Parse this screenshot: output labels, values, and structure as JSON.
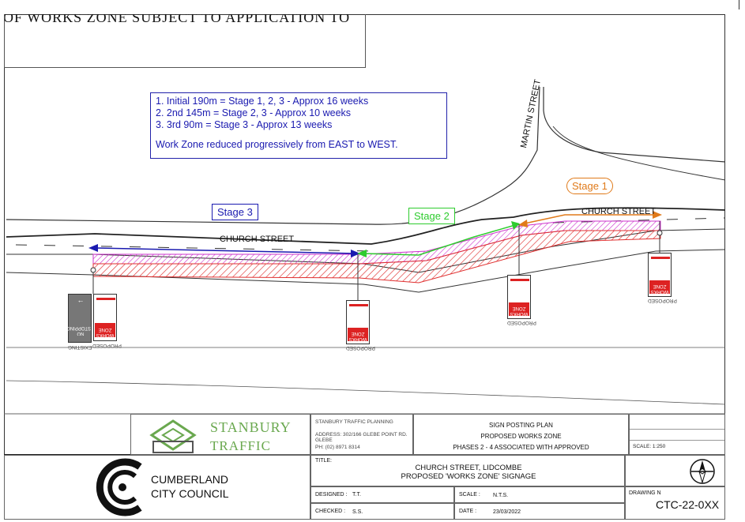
{
  "top_note": "OF WORKS ZONE SUBJECT TO APPLICATION TO",
  "notes": {
    "line1": "1. Initial 190m = Stage 1, 2, 3 - Approx 16 weeks",
    "line2": "2. 2nd 145m = Stage 2, 3 - Approx 10 weeks",
    "line3": "3. 3rd 90m = Stage 3 - Approx 13 weeks",
    "line4": "Work Zone reduced progressively from EAST to WEST."
  },
  "stages": {
    "stage1": "Stage 1",
    "stage2": "Stage 2",
    "stage3": "Stage 3"
  },
  "streets": {
    "church_west": "CHURCH STREET",
    "church_east": "CHURCH STREET",
    "martin": "MARTIN STREET"
  },
  "signs": {
    "proposed": "PROPOSED",
    "existing": "EXISTING",
    "works_zone": "WORKS ZONE",
    "no_stopping": "NO STOPPING"
  },
  "consultant": {
    "name_line1": "STANBURY",
    "name_line2": "TRAFFIC",
    "company": "STANBURY TRAFFIC PLANNING",
    "address": "ADDRESS:  302/166 GLEBE POINT RD. GLEBE",
    "phone": "PH:        (02) 8971 8314"
  },
  "plan_title": {
    "line1": "SIGN POSTING PLAN",
    "line2": "PROPOSED WORKS ZONE",
    "line3": "PHASES 2 - 4 ASSOCIATED WITH APPROVED"
  },
  "scale_small": "SCALE: 1:250",
  "council": {
    "line1": "CUMBERLAND",
    "line2": "CITY COUNCIL"
  },
  "titleblock": {
    "title_label": "TITLE:",
    "title_line1": "CHURCH STREET, LIDCOMBE",
    "title_line2": "PROPOSED 'WORKS ZONE' SIGNAGE",
    "designed_label": "DESIGNED :",
    "designed_value": "T.T.",
    "checked_label": "CHECKED :",
    "checked_value": "S.S.",
    "scale_label": "SCALE :",
    "scale_value": "N.T.S.",
    "date_label": "DATE :",
    "date_value": "23/03/2022",
    "drawing_label": "DRAWING N",
    "drawing_value": "CTC-22-0XX"
  },
  "colors": {
    "notes_blue": "#1a1ab0",
    "stage1_orange": "#e07a1a",
    "stage2_green": "#2ecc2e",
    "stage3_blue": "#1a1ab0",
    "hatch_red": "#e03030",
    "hatch_magenta": "#cc33cc"
  }
}
